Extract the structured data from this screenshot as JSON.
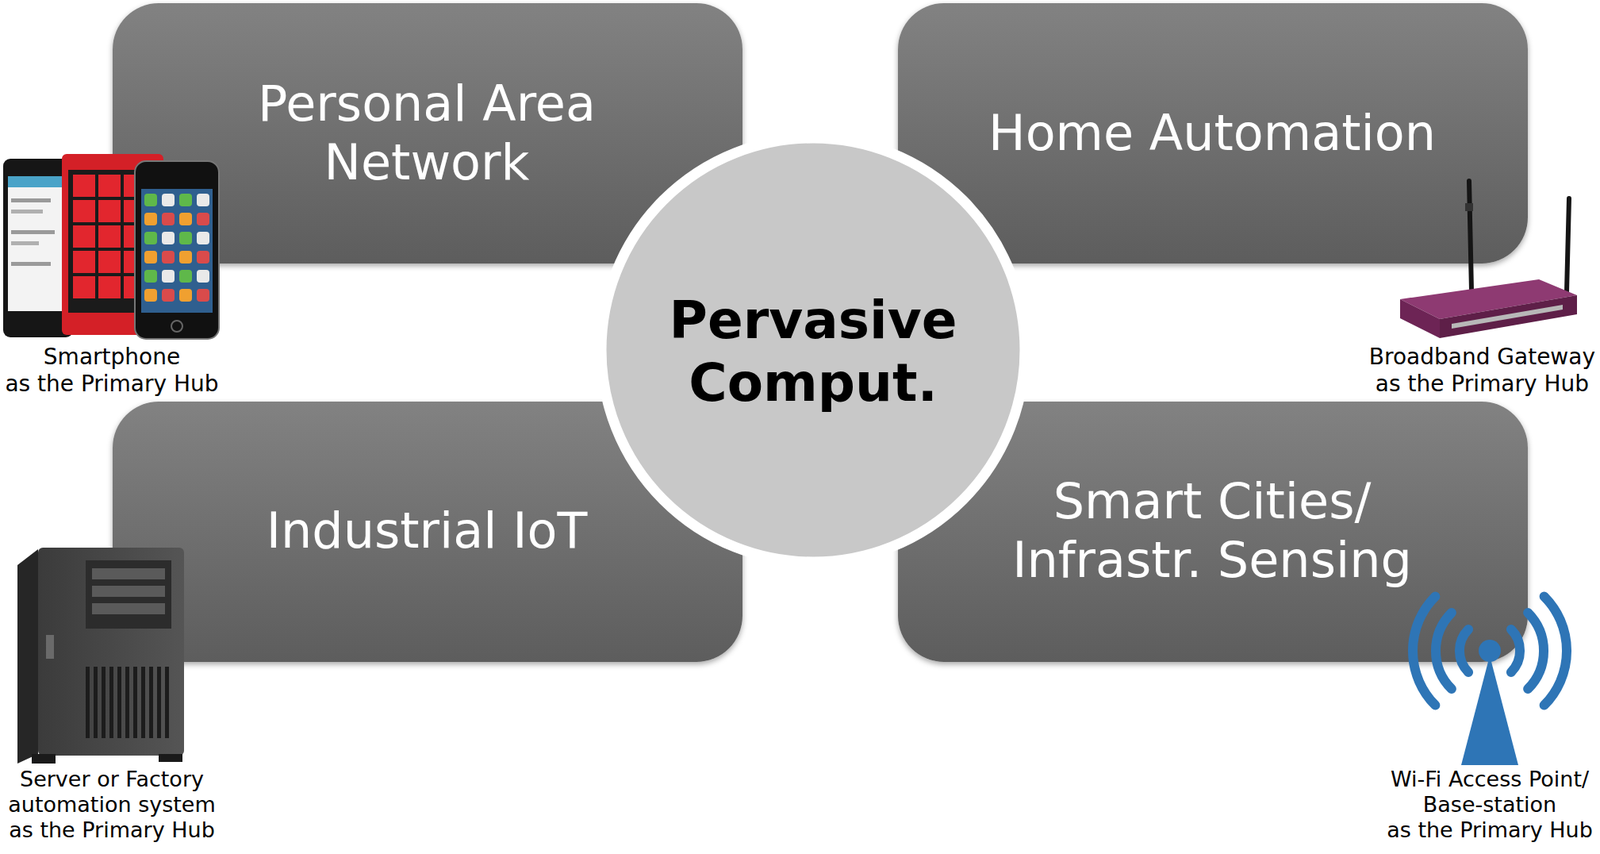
{
  "diagram": {
    "nodes": [
      {
        "text": [
          "Personal Area Network"
        ]
      },
      {
        "text": [
          "Home Automation"
        ]
      },
      {
        "text": [
          "Pervasive Comput."
        ]
      },
      {
        "text": [
          "Industrial IoT"
        ]
      },
      {
        "text": [
          "Smart Cities/ Infrastr. Sensing"
        ]
      }
    ],
    "labels": [
      "Smartphone as the Primary Hub",
      "Broadband Gateway as the Primary Hub",
      "Server or Factory automation system as the Primary Hub",
      "Wi-Fi Access Point/ Base-station as the Primary Hub"
    ]
  }
}
